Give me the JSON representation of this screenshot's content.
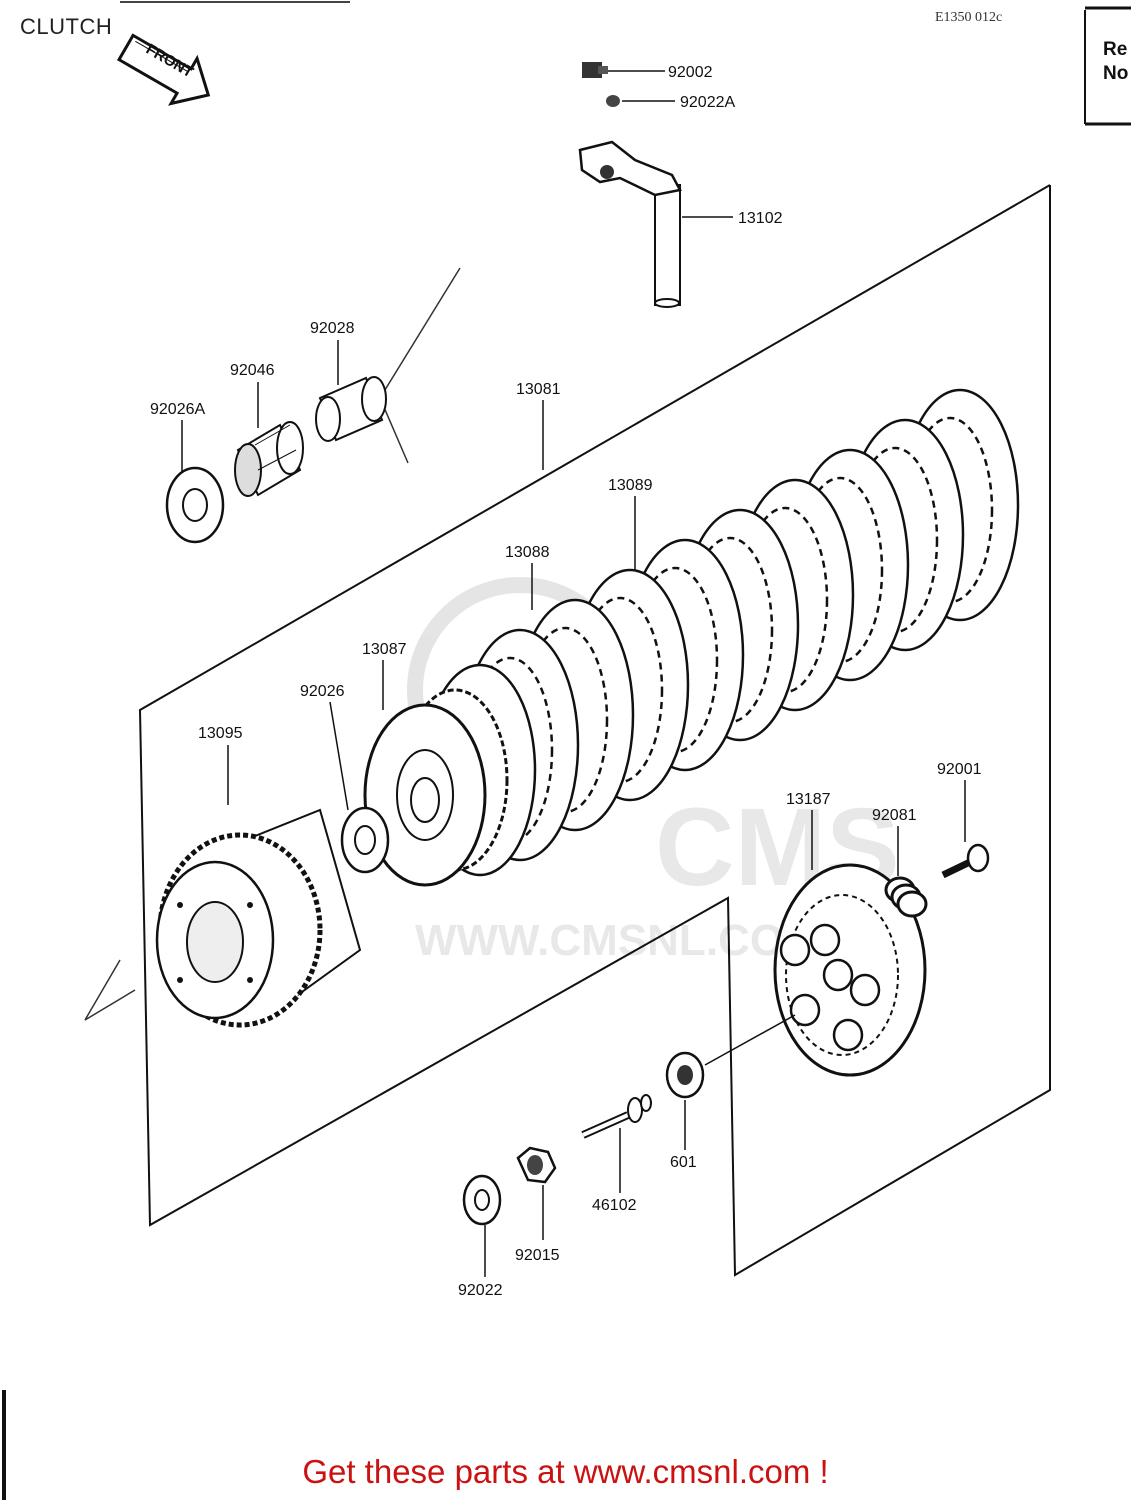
{
  "header": {
    "title": "CLUTCH",
    "code": "E1350 012c",
    "side_lines": [
      "Re",
      "No"
    ],
    "front_label": "FRONT"
  },
  "watermark": {
    "brand": "CMS",
    "url": "WWW.CMSNL.COM"
  },
  "parts": [
    {
      "id": "92002"
    },
    {
      "id": "92022A"
    },
    {
      "id": "13102"
    },
    {
      "id": "92028"
    },
    {
      "id": "92046"
    },
    {
      "id": "92026A"
    },
    {
      "id": "13081"
    },
    {
      "id": "13089"
    },
    {
      "id": "13088"
    },
    {
      "id": "13087"
    },
    {
      "id": "92026"
    },
    {
      "id": "13095"
    },
    {
      "id": "92001"
    },
    {
      "id": "13187"
    },
    {
      "id": "92081"
    },
    {
      "id": "601"
    },
    {
      "id": "46102"
    },
    {
      "id": "92015"
    },
    {
      "id": "92022"
    }
  ],
  "footer": {
    "text": "Get these parts at www.cmsnl.com !"
  }
}
